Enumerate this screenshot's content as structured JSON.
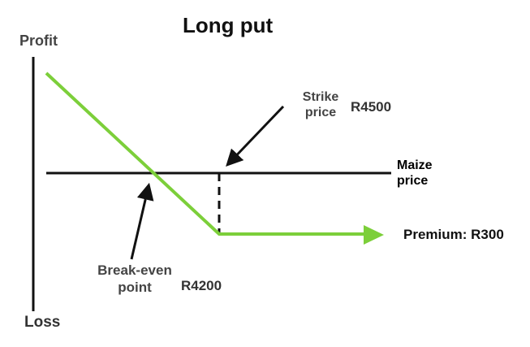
{
  "title": "Long put",
  "axes": {
    "y_top_label": "Profit",
    "y_bottom_label": "Loss",
    "x_label": "Maize price"
  },
  "annotations": {
    "strike_label": "Strike price",
    "strike_value": "R4500",
    "premium_label": "Premium: R300",
    "break_even_label": "Break-even point",
    "break_even_value": "R4200"
  },
  "colors": {
    "payoff_line": "#7ccf3a",
    "axis": "#111111"
  }
}
